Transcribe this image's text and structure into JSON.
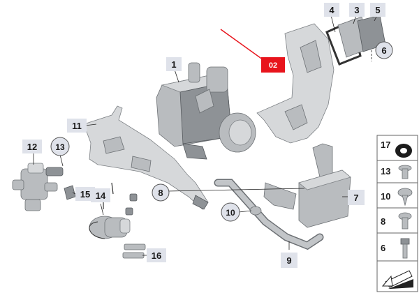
{
  "callouts": {
    "c1": "1",
    "c2": "02",
    "c3": "3",
    "c4": "4",
    "c5": "5",
    "c6": "6",
    "c7": "7",
    "c8": "8",
    "c9": "9",
    "c10": "10",
    "c11": "11",
    "c12": "12",
    "c13": "13",
    "c14": "14",
    "c15": "15",
    "c16": "16"
  },
  "side_panel": {
    "items": [
      "17",
      "13",
      "10",
      "8",
      "6"
    ]
  },
  "colors": {
    "highlight": "#e8141c",
    "part": "#b9bcbf",
    "label_bg": "#dfe2ea",
    "circle_bg": "#dfe2ea"
  }
}
